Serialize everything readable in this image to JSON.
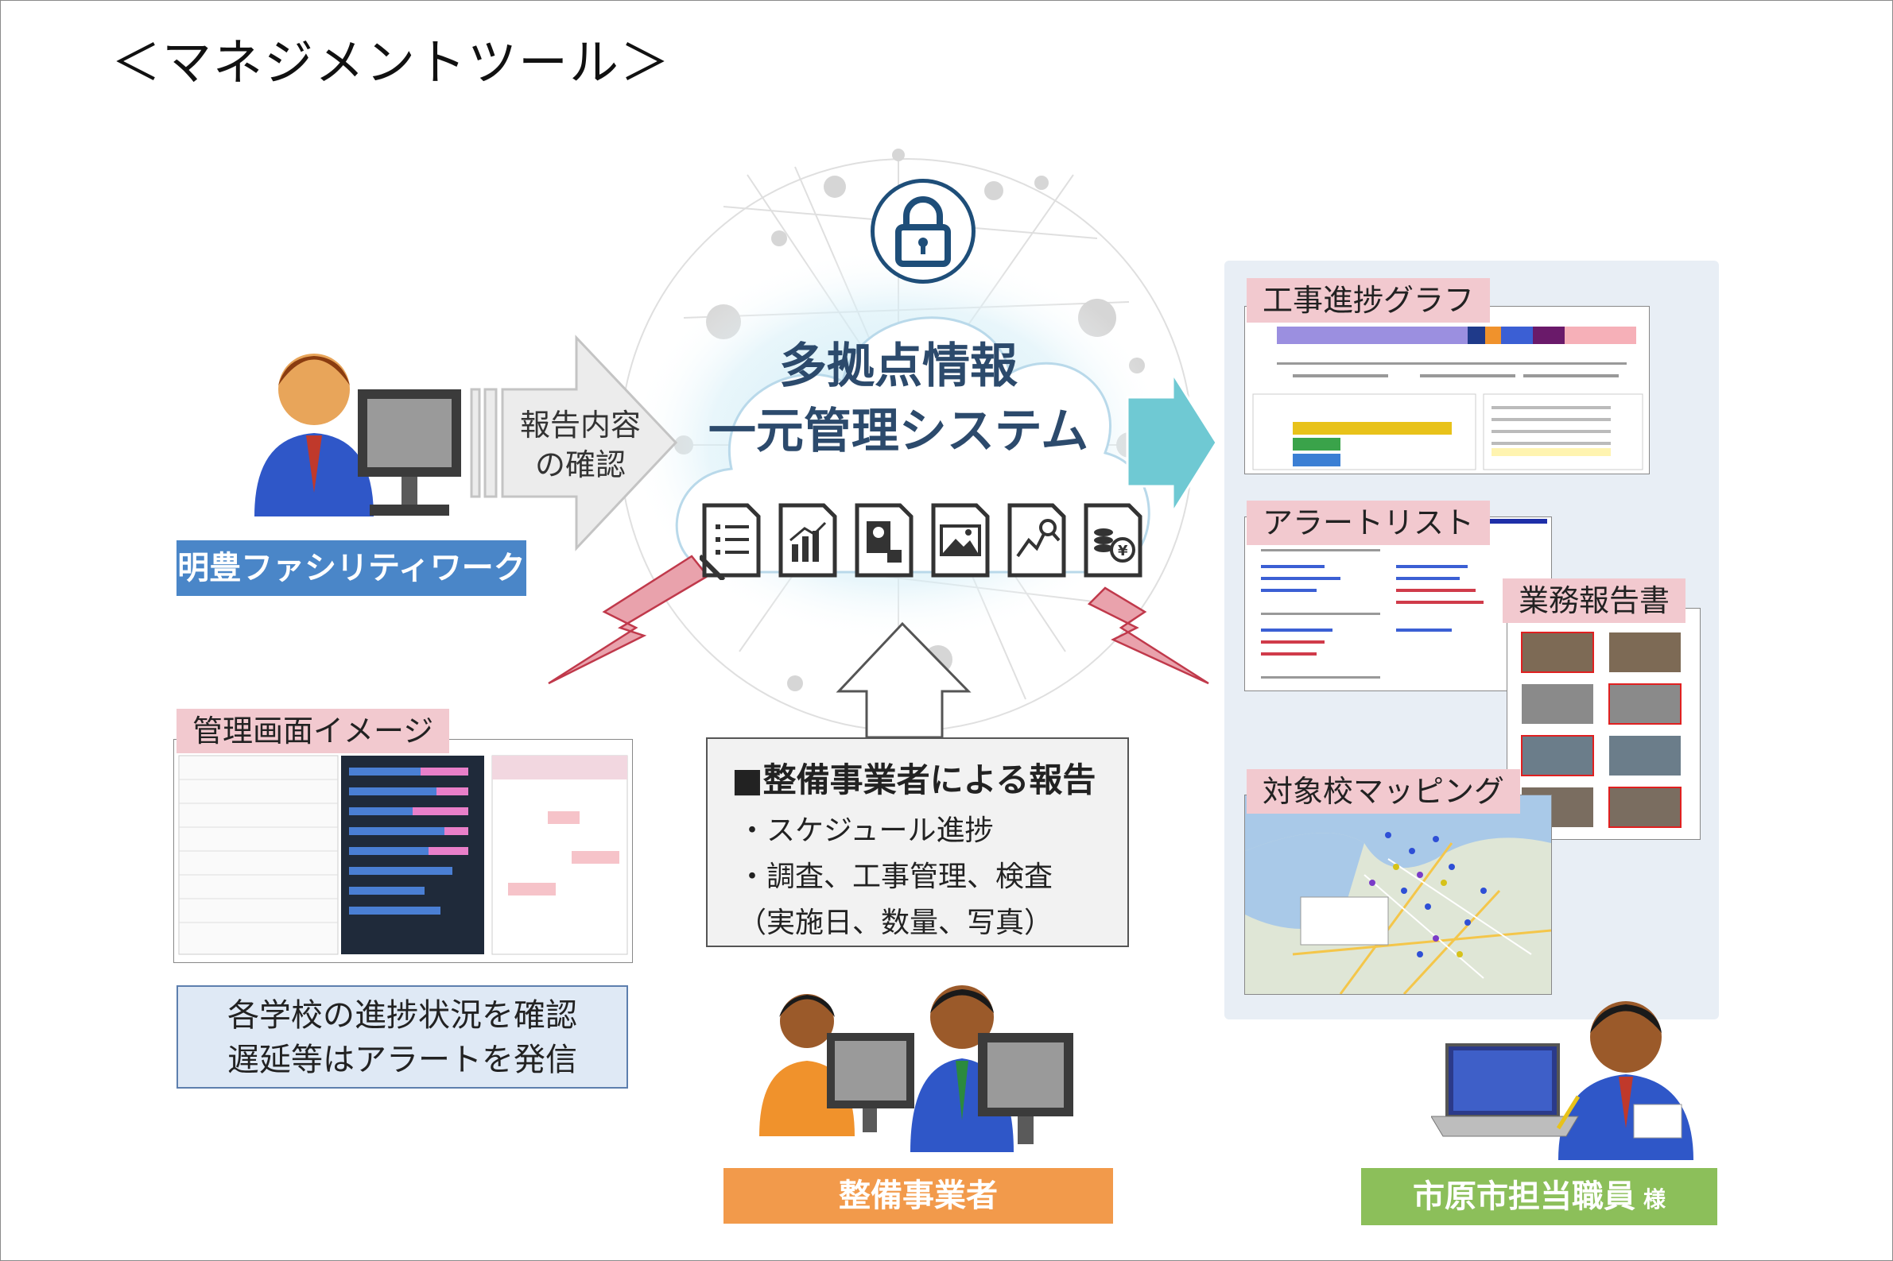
{
  "title": "＜マネジメントツール＞",
  "cloud": {
    "line1": "多拠点情報",
    "line2": "一元管理システム",
    "lock_icon": "lock-icon",
    "doc_icons": [
      "checklist-document-icon",
      "chart-document-icon",
      "locked-id-document-icon",
      "image-document-icon",
      "analytics-document-icon",
      "money-yen-document-icon"
    ]
  },
  "left_actor": {
    "label": "明豊ファシリティワークス",
    "arrow_text_line1": "報告内容",
    "arrow_text_line2": "の確認"
  },
  "admin_screen": {
    "tab": "管理画面イメージ",
    "note_line1": "各学校の進捗状況を確認",
    "note_line2": "遅延等はアラートを発信"
  },
  "report": {
    "heading": "■整備事業者による報告",
    "items": [
      "・スケジュール進捗",
      "・調査、工事管理、検査",
      "（実施日、数量、写真）"
    ]
  },
  "contractor": {
    "label": "整備事業者"
  },
  "staff": {
    "label": "市原市担当職員",
    "suffix": "様"
  },
  "right_panels": {
    "graph_tab": "工事進捗グラフ",
    "alert_tab": "アラートリスト",
    "report_tab": "業務報告書",
    "map_tab": "対象校マッピング"
  },
  "colors": {
    "blue_label": "#4a86c8",
    "orange_label": "#f29a4b",
    "green_label": "#8cbf5a",
    "cloud_text": "#2c4a6c",
    "pink_tab": "#f2c9cf",
    "teal_arrow": "#6fc9d3",
    "lightning_red": "#c0394b"
  }
}
